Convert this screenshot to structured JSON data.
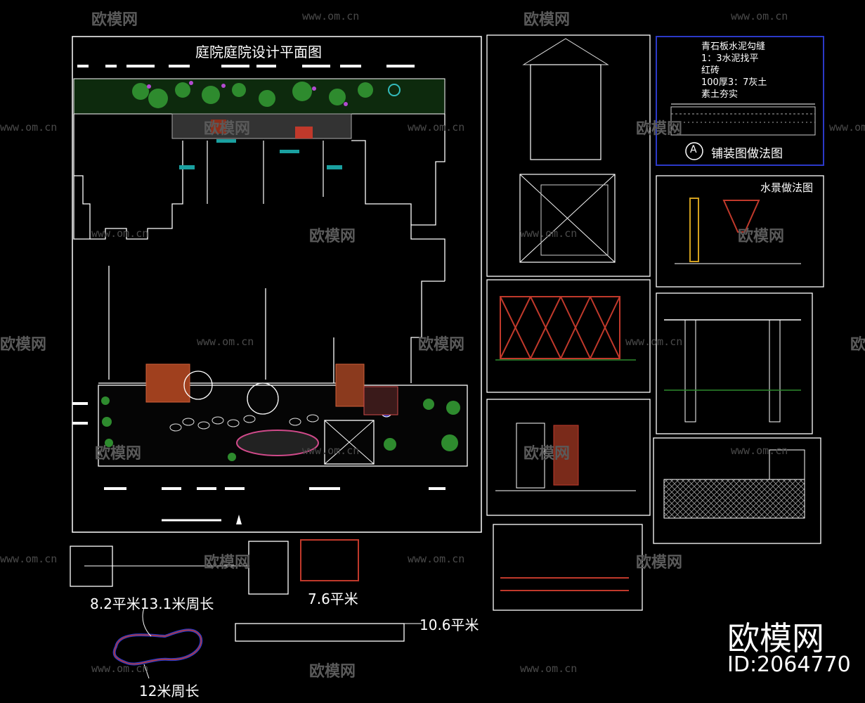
{
  "plan": {
    "title": "庭院庭院设计平面图"
  },
  "details": {
    "paving_lines": [
      "青石板水泥勾缝",
      "1：3水泥找平",
      "红砖",
      "100厚3：7灰土",
      "素土夯实"
    ],
    "paving_title": "铺装图做法图",
    "paving_marker": "A",
    "water_title": "水景做法图"
  },
  "areas": {
    "area_a": "8.2平米13.1米周长",
    "area_b": "7.6平米",
    "area_c": "10.6平米",
    "area_d": "12米周长"
  },
  "branding": {
    "logo": "欧模网",
    "id": "ID:2064770",
    "watermark": "欧模网",
    "url": "www.om.cn"
  },
  "colors": {
    "line": "#ffffff",
    "accent_blue": "#2b39c8",
    "accent_red": "#c0392b",
    "accent_green": "#2e8b2e",
    "accent_orange": "#d2691e"
  }
}
